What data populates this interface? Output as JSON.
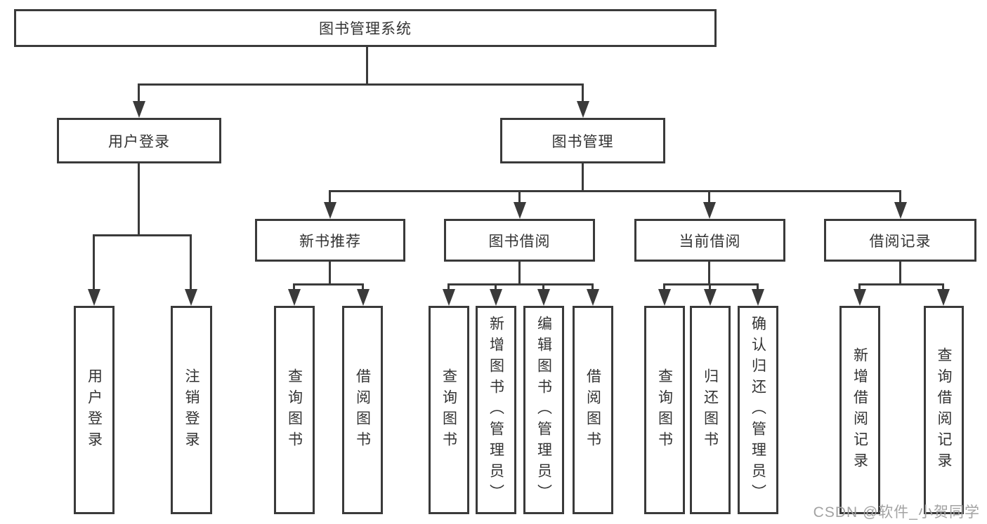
{
  "tree": {
    "root": {
      "label": "图书管理系统"
    },
    "login": {
      "label": "用户登录",
      "children": [
        {
          "label": "用户登录"
        },
        {
          "label": "注销登录"
        }
      ]
    },
    "management": {
      "label": "图书管理",
      "sections": [
        {
          "label": "新书推荐",
          "children": [
            {
              "label": "查询图书"
            },
            {
              "label": "借阅图书"
            }
          ]
        },
        {
          "label": "图书借阅",
          "children": [
            {
              "label": "查询图书"
            },
            {
              "label": "新增图书（管理员）"
            },
            {
              "label": "编辑图书（管理员）"
            },
            {
              "label": "借阅图书"
            }
          ]
        },
        {
          "label": "当前借阅",
          "children": [
            {
              "label": "查询图书"
            },
            {
              "label": "归还图书"
            },
            {
              "label": "确认归还（管理员）"
            }
          ]
        },
        {
          "label": "借阅记录",
          "children": [
            {
              "label": "新增借阅记录"
            },
            {
              "label": "查询借阅记录"
            }
          ]
        }
      ]
    }
  },
  "watermark": {
    "text": "CSDN @软件_小贺同学"
  },
  "colors": {
    "line": "#3a3a3a",
    "text": "#333333",
    "watermark": "#a3a3a3",
    "background": "#ffffff"
  }
}
